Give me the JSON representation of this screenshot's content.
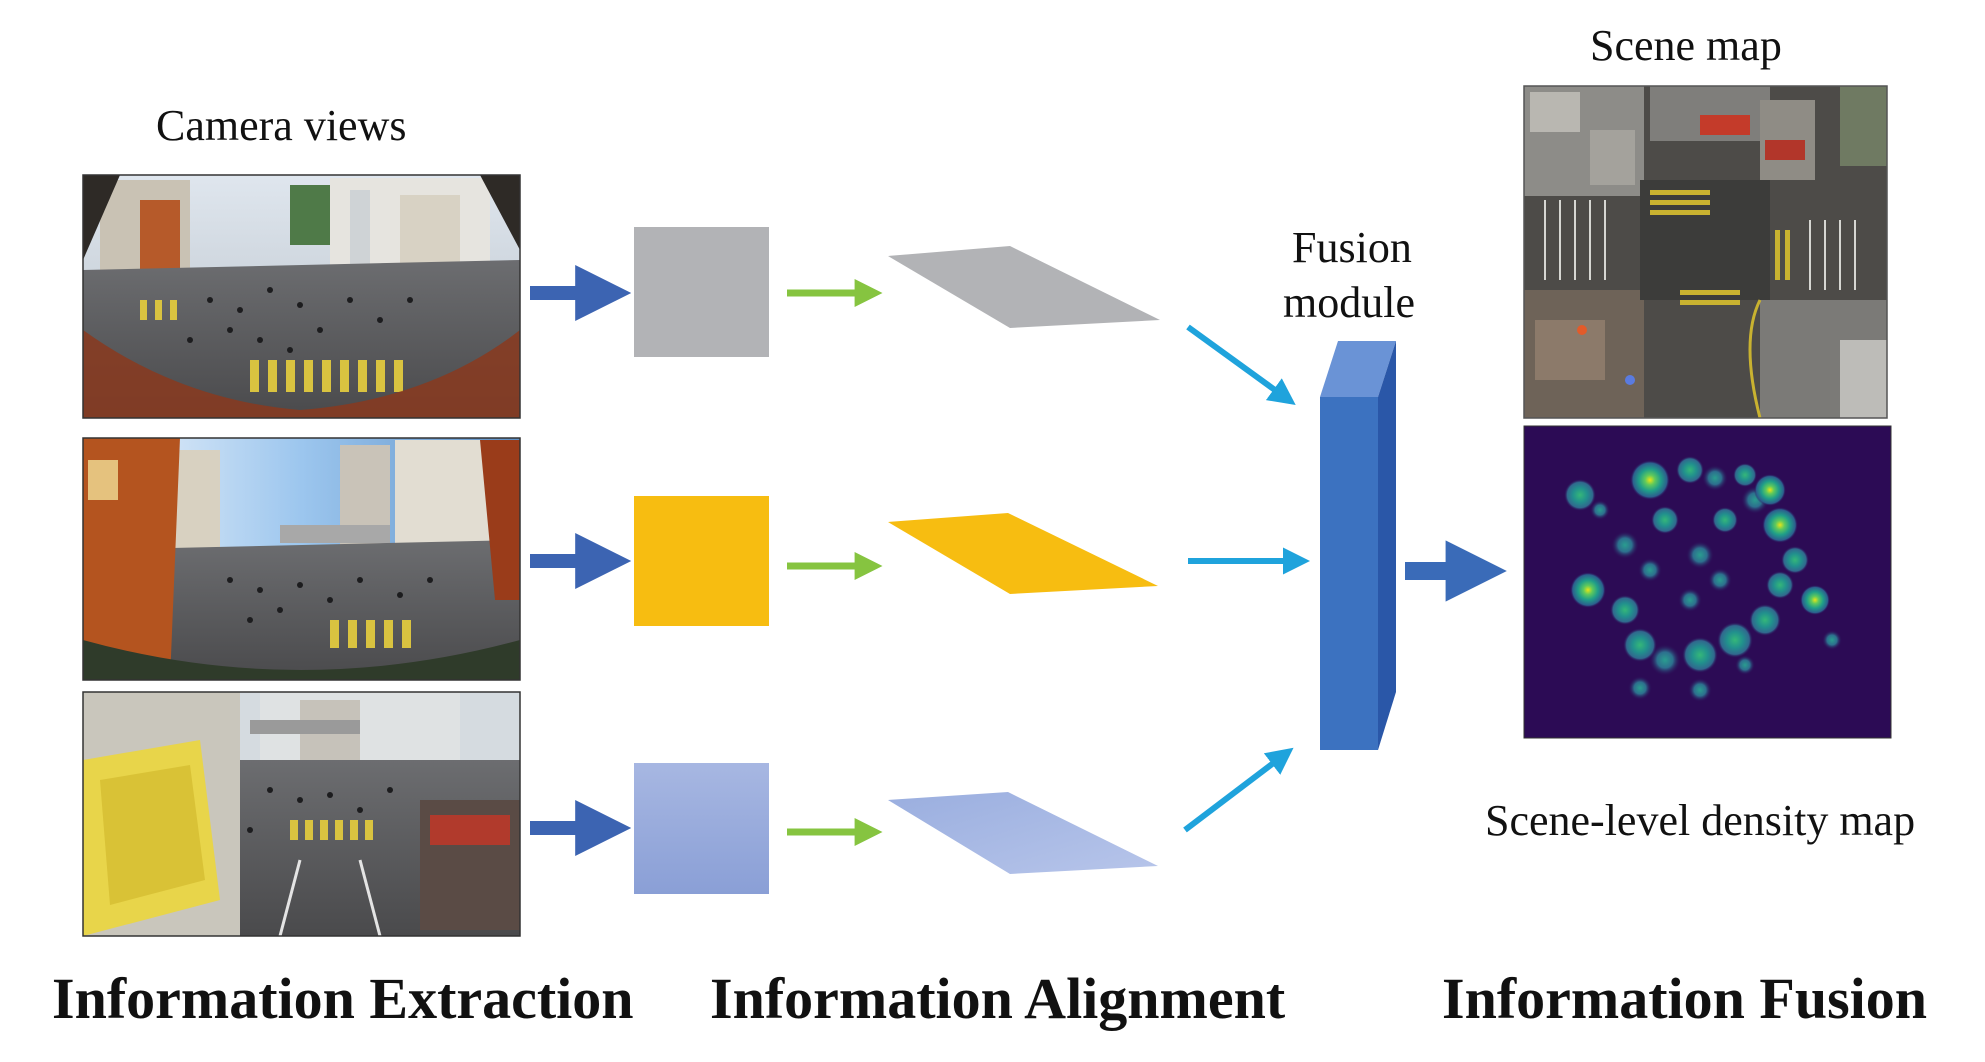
{
  "labels": {
    "camera_views": "Camera views",
    "scene_map": "Scene map",
    "fusion_line1": "Fusion",
    "fusion_line2": "module",
    "density_map": "Scene-level density map"
  },
  "stages": {
    "extraction": "Information Extraction",
    "alignment": "Information Alignment",
    "fusion": "Information Fusion"
  },
  "colors": {
    "extraction_arrow": "#3c64b2",
    "alignment_arrow": "#86c440",
    "fusion_arrow": "#1fa3dc",
    "output_arrow": "#3a6bb8",
    "feature_gray": "#b2b3b6",
    "feature_yellow": "#f7bd11",
    "feature_blue": "#97a9da",
    "fusion_block": "#3c72c0",
    "density_background": "#2c0b55"
  },
  "icons": {
    "camera_view_1": "street-crossing-photo",
    "camera_view_2": "street-crossing-photo",
    "camera_view_3": "street-crossing-photo",
    "scene_map": "aerial-map-photo",
    "density_map": "heatmap"
  }
}
